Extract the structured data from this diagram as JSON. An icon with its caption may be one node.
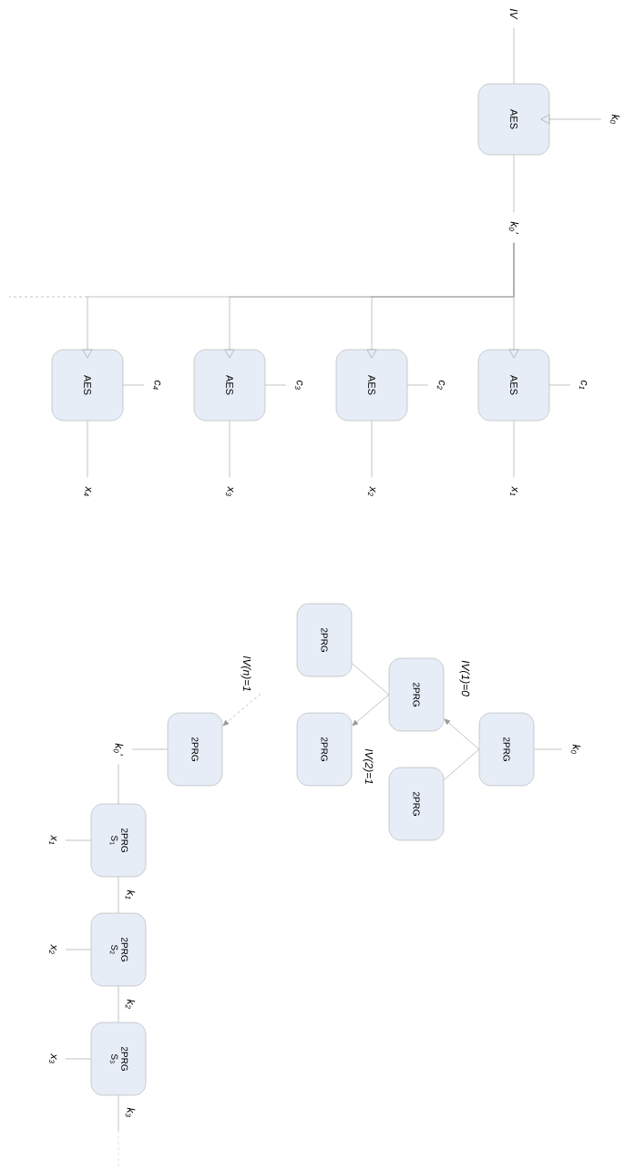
{
  "diagram": {
    "nodes": [
      {
        "text": [
          "IV"
        ]
      },
      {
        "text": [
          "AES"
        ]
      },
      {
        "text": [
          "k$_{0}$"
        ]
      },
      {
        "text": [
          "k$_{0}$'"
        ]
      },
      {
        "text": [
          "AES"
        ]
      },
      {
        "text": [
          "c$_{1}$"
        ]
      },
      {
        "text": [
          "x$_{1}$"
        ]
      },
      {
        "text": [
          "AES"
        ]
      },
      {
        "text": [
          "c$_{2}$"
        ]
      },
      {
        "text": [
          "x$_{2}$"
        ]
      },
      {
        "text": [
          "AES"
        ]
      },
      {
        "text": [
          "c$_{3}$"
        ]
      },
      {
        "text": [
          "x$_{3}$"
        ]
      },
      {
        "text": [
          "AES"
        ]
      },
      {
        "text": [
          "c$_{4}$"
        ]
      },
      {
        "text": [
          "x$_{4}$"
        ]
      },
      {
        "text": [
          "2PRG"
        ]
      },
      {
        "text": [
          "k$_{0}$"
        ]
      },
      {
        "text": [
          "2PRG"
        ]
      },
      {
        "text": [
          "2PRG"
        ]
      },
      {
        "text": [
          "2PRG"
        ]
      },
      {
        "text": [
          "2PRG"
        ]
      },
      {
        "text": [
          "2PRG"
        ]
      },
      {
        "text": [
          "k$_{0}$'"
        ]
      },
      {
        "text": [
          "2PRG",
          "S$_{1}$"
        ]
      },
      {
        "text": [
          "x$_{1}$"
        ]
      },
      {
        "text": [
          "2PRG",
          "S$_{2}$"
        ]
      },
      {
        "text": [
          "x$_{2}$"
        ]
      },
      {
        "text": [
          "2PRG",
          "S$_{3}$"
        ]
      },
      {
        "text": [
          "x$_{3}$"
        ]
      }
    ],
    "edges": [
      {
        "from": 0,
        "to": 1,
        "arrow": "none"
      },
      {
        "from": 2,
        "to": 1,
        "arrow": "to"
      },
      {
        "from": 1,
        "to": 3,
        "arrow": "none"
      },
      {
        "from": 3,
        "to": 4,
        "arrow": "to"
      },
      {
        "from": 3,
        "to": 7,
        "arrow": "to"
      },
      {
        "from": 3,
        "to": 10,
        "arrow": "to"
      },
      {
        "from": 3,
        "to": 13,
        "arrow": "to"
      },
      {
        "from": 4,
        "to": 5,
        "arrow": "none"
      },
      {
        "from": 4,
        "to": 6,
        "arrow": "none"
      },
      {
        "from": 7,
        "to": 8,
        "arrow": "none"
      },
      {
        "from": 7,
        "to": 9,
        "arrow": "none"
      },
      {
        "from": 10,
        "to": 11,
        "arrow": "none"
      },
      {
        "from": 10,
        "to": 12,
        "arrow": "none"
      },
      {
        "from": 13,
        "to": 14,
        "arrow": "none"
      },
      {
        "from": 13,
        "to": 15,
        "arrow": "none"
      },
      {
        "from": 16,
        "to": 17,
        "arrow": "none"
      },
      {
        "from": 16,
        "to": 18,
        "arrow": "to",
        "label": "IV(1)=0"
      },
      {
        "from": 16,
        "to": 19,
        "arrow": "none"
      },
      {
        "from": 18,
        "to": 20,
        "arrow": "none"
      },
      {
        "from": 18,
        "to": 21,
        "arrow": "to",
        "label": "IV(2)=1"
      },
      {
        "from": null,
        "to": 22,
        "arrow": "to",
        "label": "IV(n)=1",
        "style": "dashed"
      },
      {
        "from": 22,
        "to": 23,
        "arrow": "none"
      },
      {
        "from": 23,
        "to": 24,
        "arrow": "none"
      },
      {
        "from": 24,
        "to": 25,
        "arrow": "none"
      },
      {
        "from": 24,
        "to": 26,
        "arrow": "none",
        "label": "k$_{1}$"
      },
      {
        "from": 26,
        "to": 27,
        "arrow": "none"
      },
      {
        "from": 26,
        "to": 28,
        "arrow": "none",
        "label": "k$_{2}$"
      },
      {
        "from": 28,
        "to": 29,
        "arrow": "none"
      },
      {
        "from": 28,
        "to": null,
        "arrow": "none",
        "label": "k$_{3}$"
      }
    ]
  }
}
